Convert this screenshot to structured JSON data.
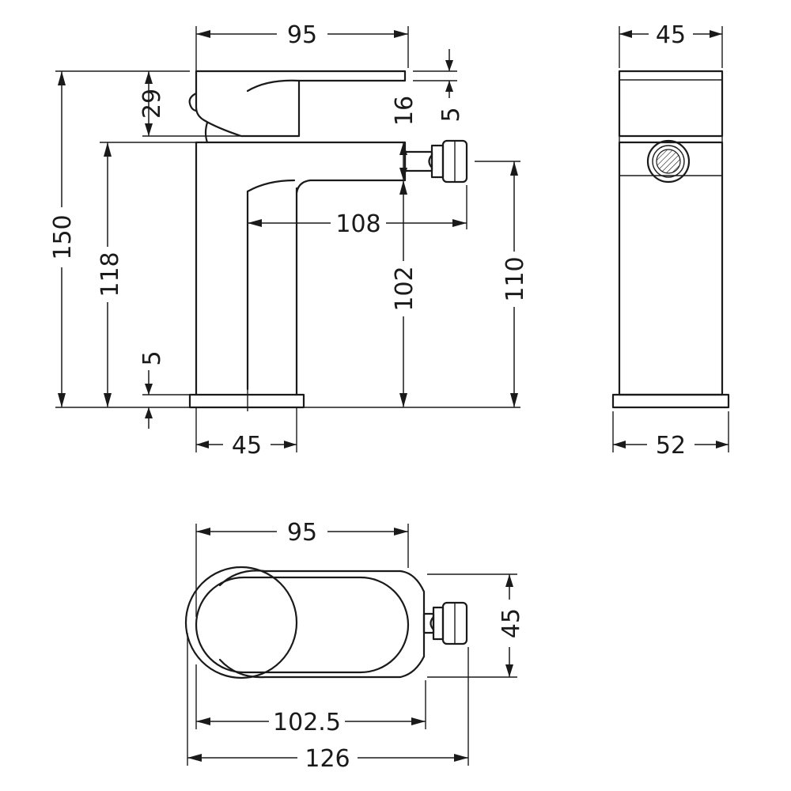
{
  "dimensions": {
    "side_top_width": "95",
    "side_height_total": "150",
    "side_lever_height": "29",
    "side_lever_tip": "5",
    "side_spout_thickness": "16",
    "side_body_height": "118",
    "side_reach": "108",
    "side_spout_clearance": "102",
    "side_outlet_height": "110",
    "side_base_plate": "5",
    "side_base_width": "45",
    "front_top_width": "45",
    "front_base_width": "52",
    "plan_width": "95",
    "plan_depth": "45",
    "plan_reach": "102.5",
    "plan_overall": "126"
  }
}
